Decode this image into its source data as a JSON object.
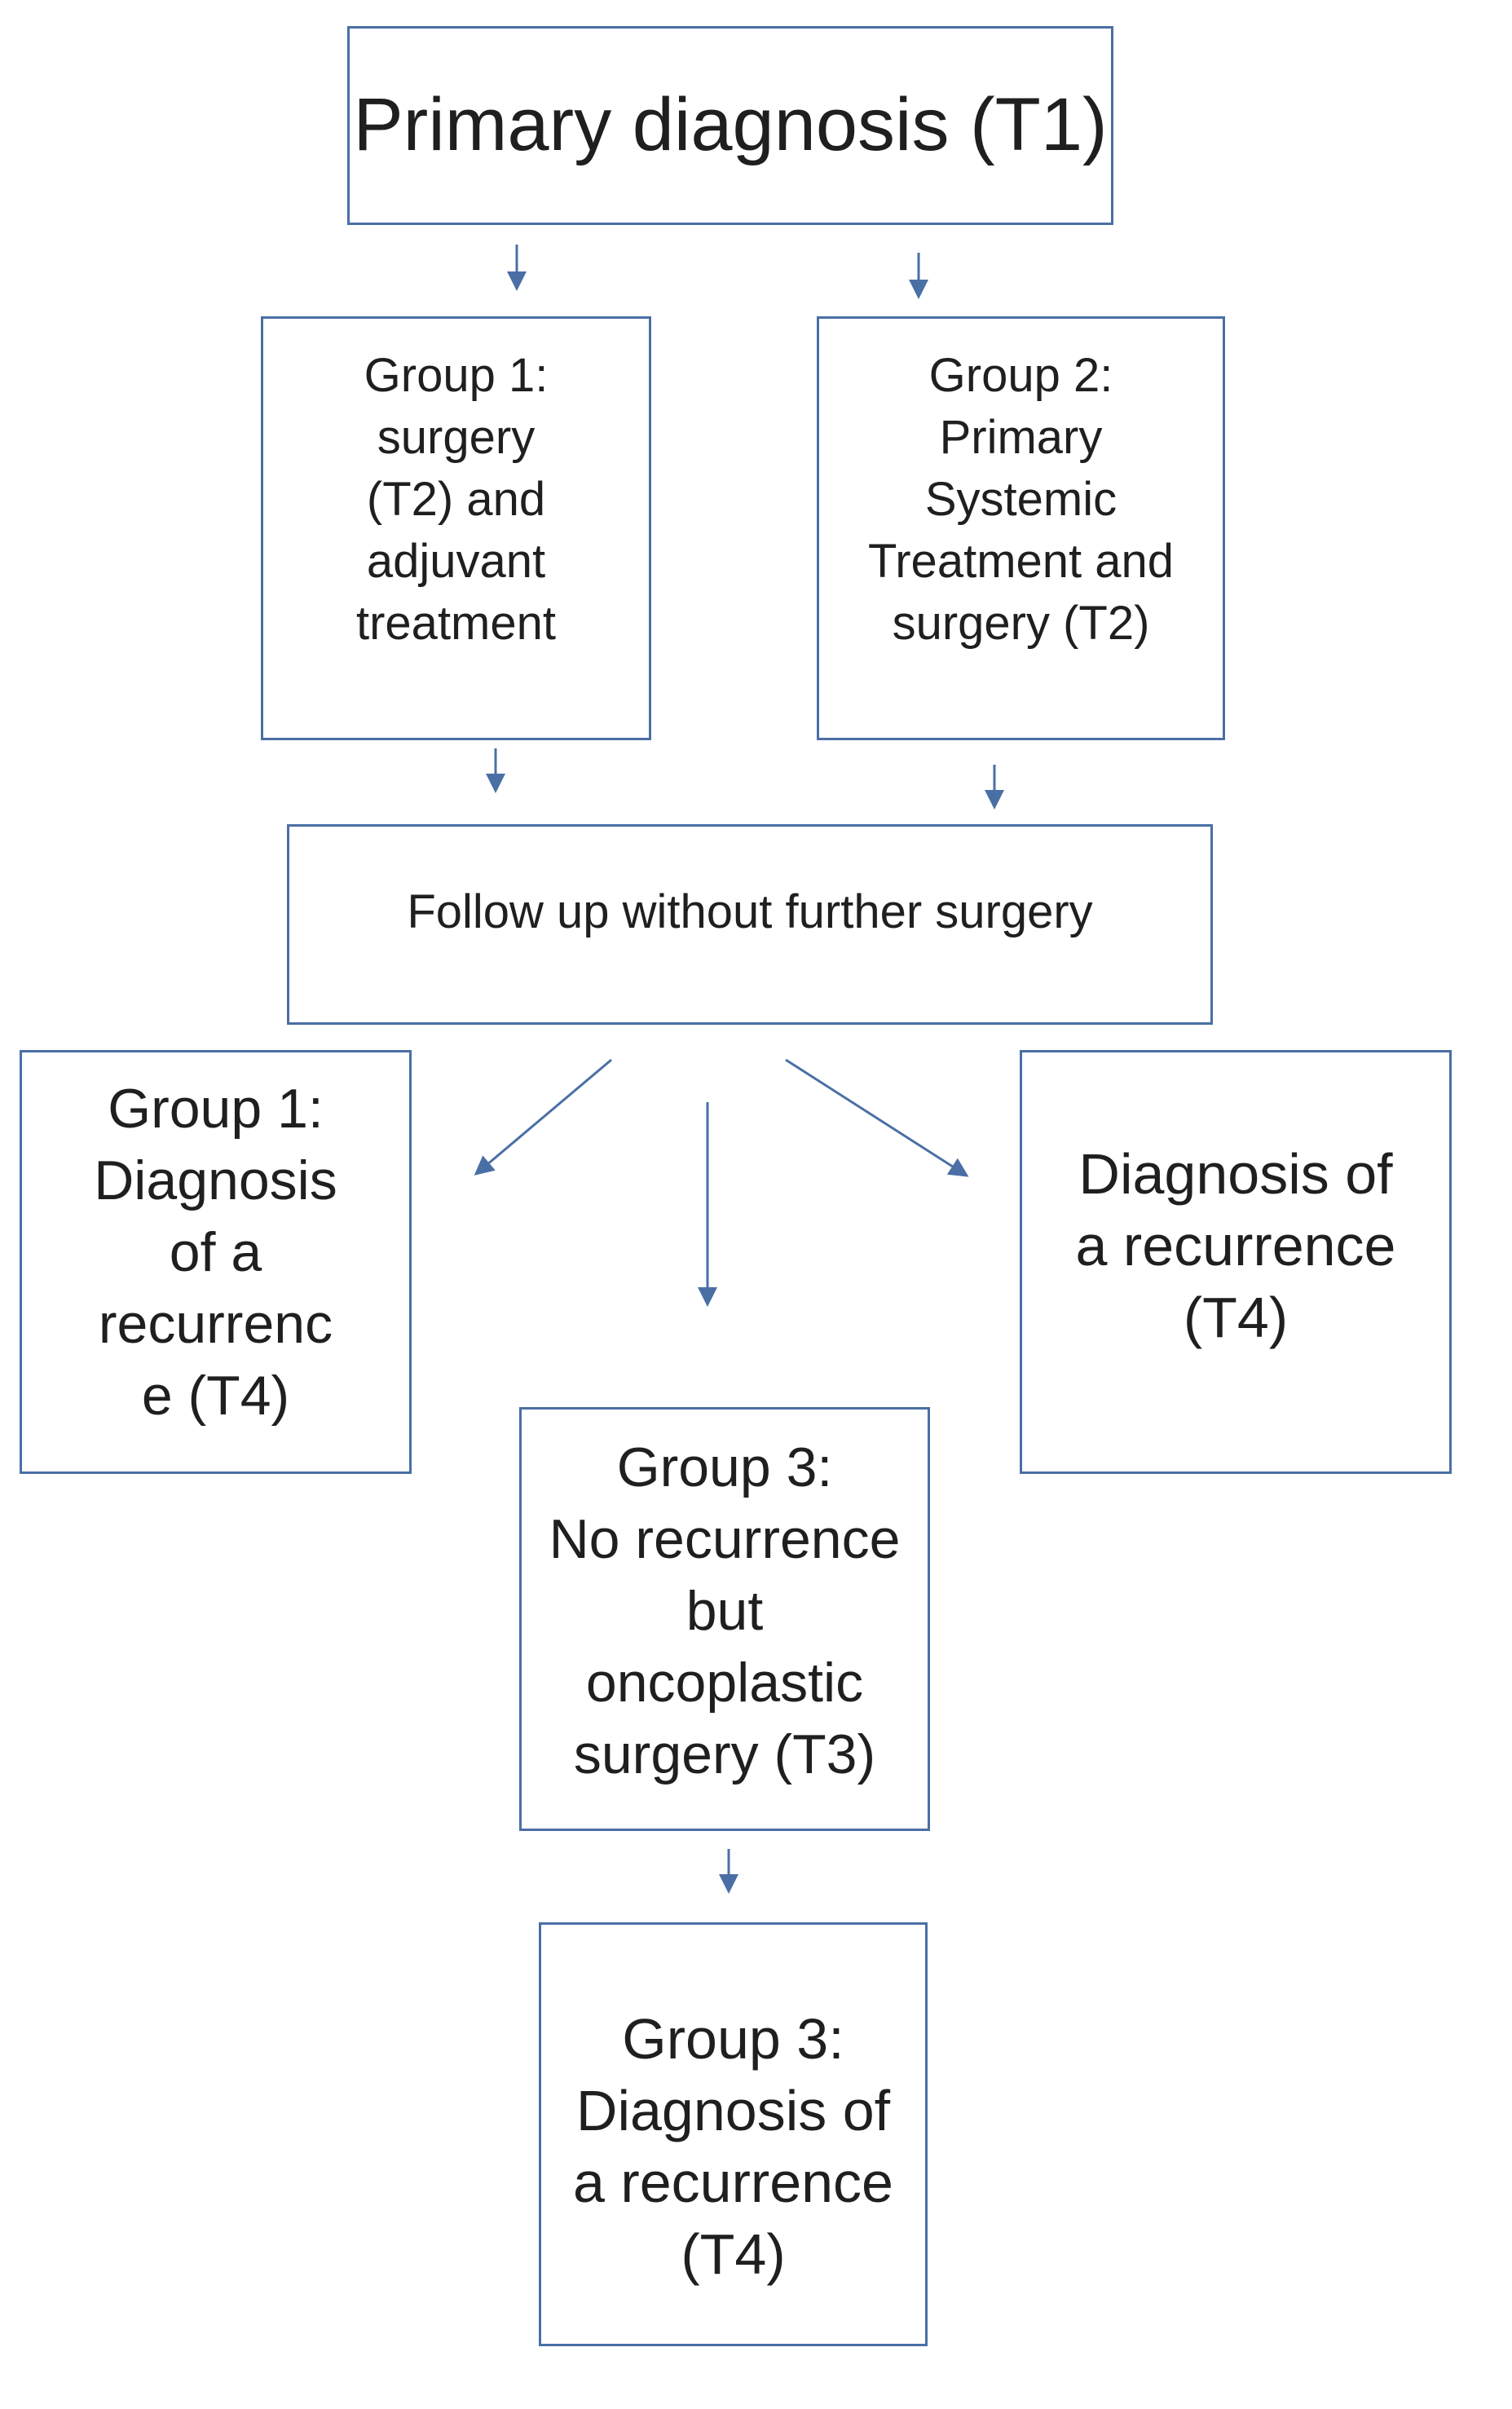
{
  "colors": {
    "box_border": "#4a6fa5",
    "arrow": "#4a6fa5",
    "text": "#1f1f1f",
    "background": "#ffffff"
  },
  "nodes": {
    "primary_diagnosis": "Primary diagnosis (T1)",
    "group1_surgery": "Group 1:\nsurgery\n(T2) and\nadjuvant\ntreatment",
    "group2_pst": "Group 2:\nPrimary\nSystemic\nTreatment and\nsurgery (T2)",
    "follow_up": "Follow up without further surgery",
    "group1_recurrence": "Group 1:\nDiagnosis\nof a\nrecurrenc\ne (T4)",
    "recurrence_right": "Diagnosis of\na recurrence\n(T4)",
    "group3_oncoplastic": "Group 3:\nNo recurrence\nbut\noncoplastic\nsurgery (T3)",
    "group3_recurrence": "Group 3:\nDiagnosis of\na recurrence\n(T4)"
  },
  "edges": [
    {
      "from": "primary_diagnosis",
      "to": "group1_surgery"
    },
    {
      "from": "primary_diagnosis",
      "to": "group2_pst"
    },
    {
      "from": "group1_surgery",
      "to": "follow_up"
    },
    {
      "from": "group2_pst",
      "to": "follow_up"
    },
    {
      "from": "follow_up",
      "to": "group1_recurrence"
    },
    {
      "from": "follow_up",
      "to": "group3_oncoplastic"
    },
    {
      "from": "follow_up",
      "to": "recurrence_right"
    },
    {
      "from": "group3_oncoplastic",
      "to": "group3_recurrence"
    }
  ]
}
